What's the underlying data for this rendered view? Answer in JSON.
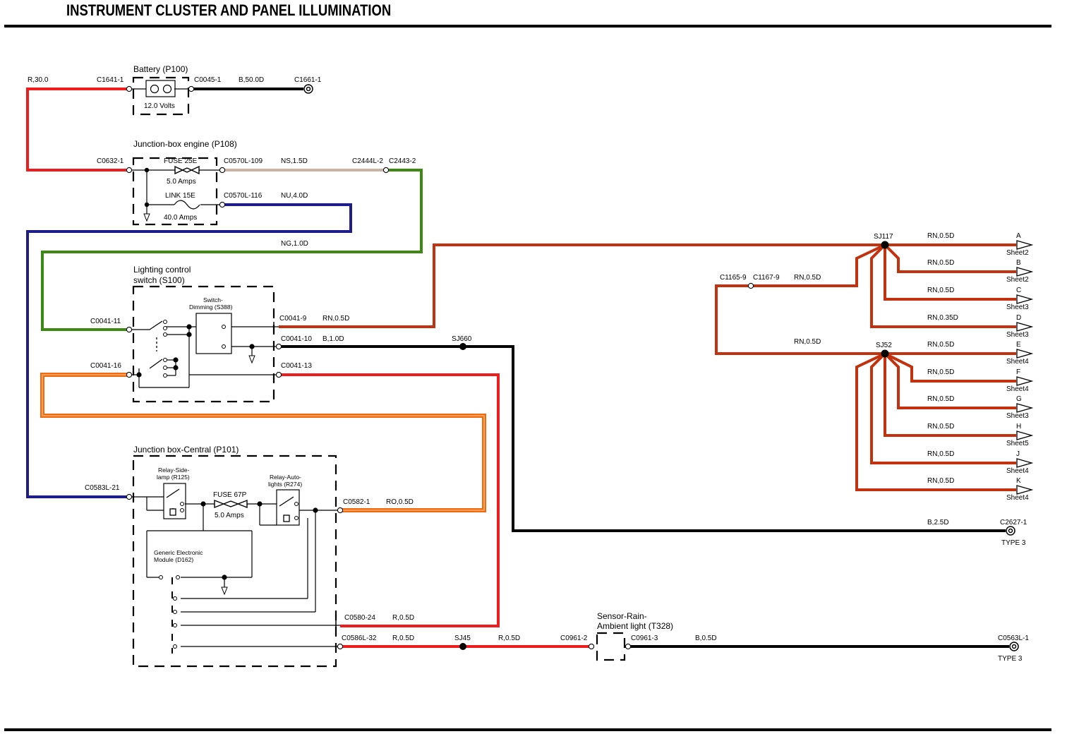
{
  "title": "INSTRUMENT CLUSTER AND PANEL ILLUMINATION",
  "colors": {
    "red": "#ee1c1c",
    "black": "#000000",
    "tan": "#c8b4a0",
    "green": "#3d8a12",
    "navy": "#1f1d8c",
    "rn": "#c2320e",
    "orange": "#ef6a10",
    "orange_inner": "#ffb070"
  },
  "components": {
    "battery": {
      "title": "Battery (P100)",
      "voltage": "12.0 Volts"
    },
    "jbox_engine": {
      "title": "Junction-box engine (P108)",
      "fuse": "FUSE 25E",
      "fuse_amps": "5.0 Amps",
      "link": "LINK 15E",
      "link_amps": "40.0 Amps"
    },
    "lighting_switch": {
      "title_line1": "Lighting control",
      "title_line2": "switch (S100)",
      "dimming_line1": "Switch-",
      "dimming_line2": "Dimming (S388)"
    },
    "jbox_central": {
      "title": "Junction box-Central (P101)",
      "relay_side_line1": "Relay-Side-",
      "relay_side_line2": "lamp (R125)",
      "fuse": "FUSE 67P",
      "fuse_amps": "5.0 Amps",
      "relay_auto_line1": "Relay-Auto-",
      "relay_auto_line2": "lights (R274)",
      "gem_line1": "Generic Electronic",
      "gem_line2": "Module (D162)"
    },
    "sensor": {
      "title_line1": "Sensor-Rain-",
      "title_line2": "Ambient light (T328)"
    }
  },
  "connectors": {
    "c1641": "C1641-1",
    "c0045": "C0045-1",
    "c1661": "C1661-1",
    "c0632": "C0632-1",
    "c0570_109": "C0570L-109",
    "c0570_116": "C0570L-116",
    "c2444": "C2444L-2",
    "c2443": "C2443-2",
    "c0041_11": "C0041-11",
    "c0041_16": "C0041-16",
    "c0041_9": "C0041-9",
    "c0041_10": "C0041-10",
    "c0041_13": "C0041-13",
    "c0583": "C0583L-21",
    "c0582": "C0582-1",
    "c0580": "C0580-24",
    "c0586": "C0586L-32",
    "c0961_2": "C0961-2",
    "c0961_3": "C0961-3",
    "c0563": "C0563L-1",
    "c2627": "C2627-1",
    "c1165": "C1165-9",
    "c1167": "C1167-9",
    "type3": "TYPE 3"
  },
  "splices": {
    "sj660": "SJ660",
    "sj117": "SJ117",
    "sj52": "SJ52",
    "sj45": "SJ45"
  },
  "wires": {
    "r30": "R,30.0",
    "b50": "B,50.0D",
    "ns15": "NS,1.5D",
    "nu40": "NU,4.0D",
    "ng10": "NG,1.0D",
    "rn05": "RN,0.5D",
    "rn035": "RN,0.35D",
    "b10": "B,1.0D",
    "ro05": "RO,0.5D",
    "r05": "R,0.5D",
    "b05": "B,0.5D",
    "b25": "B,2.5D"
  },
  "outputs": [
    {
      "letter": "A",
      "sheet": "Sheet2",
      "wire": "RN,0.5D"
    },
    {
      "letter": "B",
      "sheet": "Sheet2",
      "wire": "RN,0.5D"
    },
    {
      "letter": "C",
      "sheet": "Sheet3",
      "wire": "RN,0.5D"
    },
    {
      "letter": "D",
      "sheet": "Sheet3",
      "wire": "RN,0.35D"
    },
    {
      "letter": "E",
      "sheet": "Sheet4",
      "wire": "RN,0.5D"
    },
    {
      "letter": "F",
      "sheet": "Sheet4",
      "wire": "RN,0.5D"
    },
    {
      "letter": "G",
      "sheet": "Sheet3",
      "wire": "RN,0.5D"
    },
    {
      "letter": "H",
      "sheet": "Sheet5",
      "wire": "RN,0.5D"
    },
    {
      "letter": "J",
      "sheet": "Sheet4",
      "wire": "RN,0.5D"
    },
    {
      "letter": "K",
      "sheet": "Sheet4",
      "wire": "RN,0.5D"
    }
  ]
}
